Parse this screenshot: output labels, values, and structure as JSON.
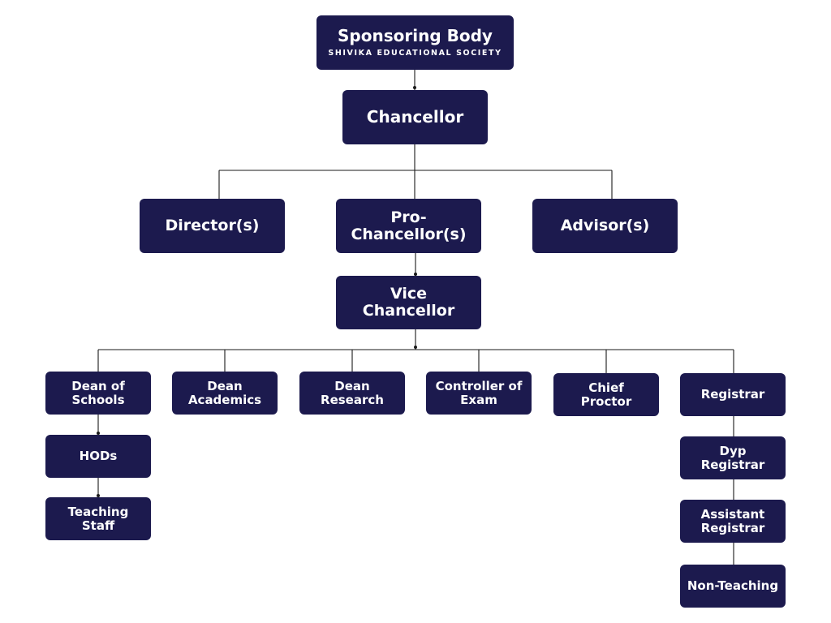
{
  "nodes": {
    "sponsoring_body": {
      "title": "Sponsoring Body",
      "subtitle": "SHIVIKA EDUCATIONAL SOCIETY"
    },
    "chancellor": "Chancellor",
    "directors": "Director(s)",
    "pro_chancellor": "Pro-\nChancellor(s)",
    "advisors": "Advisor(s)",
    "vice_chancellor": "Vice\nChancellor",
    "dean_of_schools": "Dean of\nSchools",
    "dean_academics": "Dean\nAcademics",
    "dean_research": "Dean\nResearch",
    "controller_of_exam": "Controller of\nExam",
    "chief_proctor": "Chief\nProctor",
    "registrar": "Registrar",
    "hods": "HODs",
    "teaching_staff": "Teaching\nStaff",
    "dyp_registrar": "Dyp\nRegistrar",
    "assistant_registrar": "Assistant\nRegistrar",
    "non_teaching": "Non-Teaching"
  }
}
